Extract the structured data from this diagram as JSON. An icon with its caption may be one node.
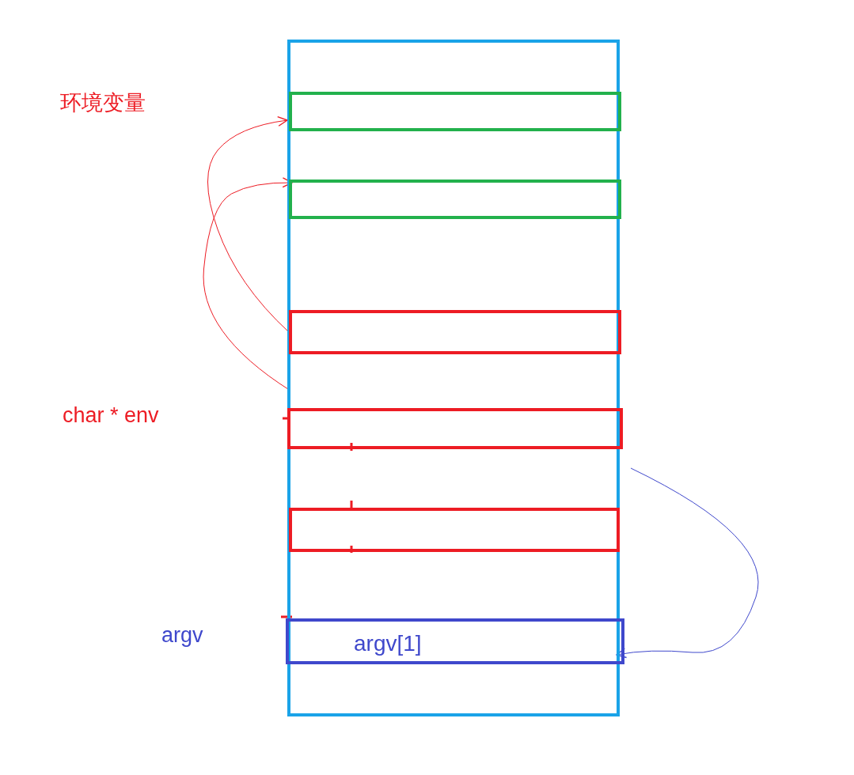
{
  "diagram": {
    "nodes": [
      {
        "text": [],
        "shape": "box"
      },
      {
        "text": [],
        "shape": "box",
        "in": 0
      },
      {
        "text": [],
        "shape": "box",
        "in": 0
      },
      {
        "text": [],
        "shape": "box",
        "in": 0
      },
      {
        "text": [],
        "shape": "box",
        "in": 0
      },
      {
        "text": [],
        "shape": "box",
        "in": 0
      },
      {
        "text": [
          "argv[1]"
        ],
        "in": 0
      }
    ],
    "edges": [
      {
        "from": 3,
        "to": 1,
        "arrow": "to"
      },
      {
        "from": 4,
        "to": 2,
        "arrow": "to"
      },
      {
        "from": null,
        "to": 6,
        "arrow": "to",
        "color": "#3f48cc"
      }
    ],
    "labels": [
      "环境变量",
      "char * env",
      "argv"
    ]
  }
}
